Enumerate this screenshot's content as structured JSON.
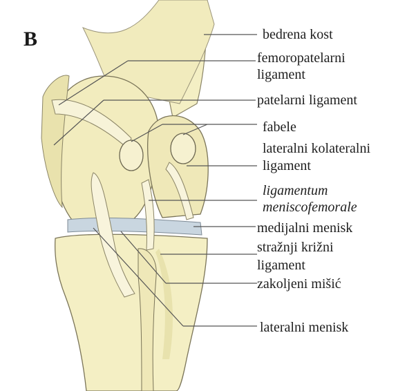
{
  "panel_letter": "B",
  "labels": {
    "bedrena_kost": "bedrena kost",
    "femoropatelarni_1": "femoropatelarni",
    "femoropatelarni_2": "ligament",
    "patelarni": "patelarni ligament",
    "fabele": "fabele",
    "lateralni_kol_1": "lateralni kolateralni",
    "lateralni_kol_2": "ligament",
    "menisco_1": "ligamentum",
    "menisco_2": "meniscofemorale",
    "medijalni": "medijalni menisk",
    "straznji_1": "stražnji križni",
    "straznji_2": "ligament",
    "zakoljeni": "zakoljeni mišić",
    "lateralni_menisk": "lateralni menisk"
  },
  "colors": {
    "bone": "#f4efc4",
    "bone_shade": "#d9d29a",
    "meniscus": "#c9d6e0",
    "outline": "#6b6650",
    "leader": "#555555"
  }
}
